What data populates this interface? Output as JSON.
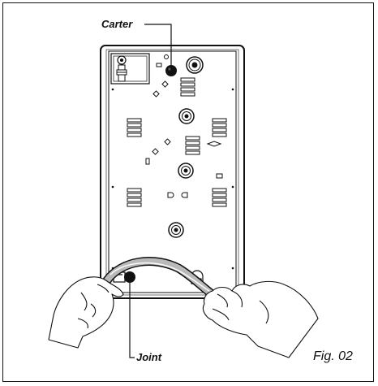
{
  "figure": {
    "label": "Fig. 02"
  },
  "callouts": {
    "top": "Carter",
    "bottom": "Joint"
  },
  "colors": {
    "line": "#111111",
    "panel": "#ffffff",
    "hose": "#8a8a8a"
  }
}
